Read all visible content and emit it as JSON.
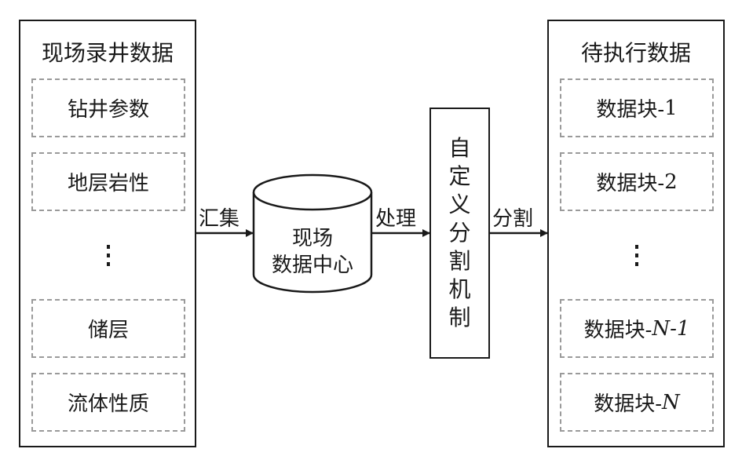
{
  "left_panel": {
    "title": "现场录井数据",
    "items": [
      "钻井参数",
      "地层岩性",
      "储层",
      "流体性质"
    ]
  },
  "arrow_labels": {
    "collect": "汇集",
    "process": "处理",
    "split": "分割"
  },
  "data_center": {
    "line1": "现场",
    "line2": "数据中心"
  },
  "mechanism": {
    "chars": [
      "自",
      "定",
      "义",
      "分",
      "割",
      "机",
      "制"
    ]
  },
  "right_panel": {
    "title": "待执行数据",
    "items": [
      {
        "prefix": "数据块-",
        "suffix": "1"
      },
      {
        "prefix": "数据块-",
        "suffix": "2"
      },
      {
        "prefix": "数据块-",
        "suffix": "N-1"
      },
      {
        "prefix": "数据块-",
        "suffix": "N"
      }
    ]
  }
}
